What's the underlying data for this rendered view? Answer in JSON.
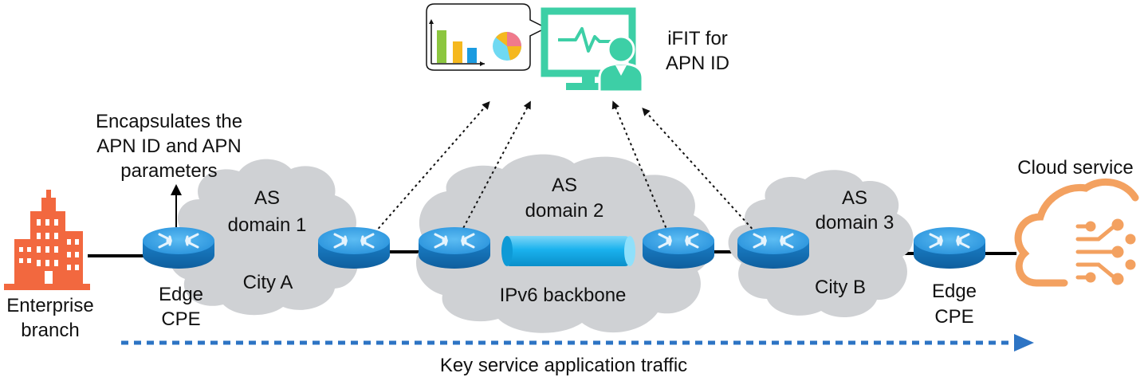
{
  "monitor": {
    "label_line1": "iFIT for",
    "label_line2": "APN ID"
  },
  "annotation": {
    "line1": "Encapsulates the",
    "line2": "APN ID and APN",
    "line3": "parameters"
  },
  "domains": [
    {
      "name_line1": "AS",
      "name_line2": "domain 1",
      "sub": "City A"
    },
    {
      "name_line1": "AS",
      "name_line2": "domain 2",
      "sub": "IPv6 backbone"
    },
    {
      "name_line1": "AS",
      "name_line2": "domain 3",
      "sub": "City B"
    }
  ],
  "endpoints": {
    "enterprise_line1": "Enterprise",
    "enterprise_line2": "branch",
    "cloud": "Cloud service"
  },
  "cpe": {
    "left_line1": "Edge",
    "left_line2": "CPE",
    "right_line1": "Edge",
    "right_line2": "CPE"
  },
  "traffic_label": "Key service application traffic",
  "colors": {
    "cloud_gray": "#cfd1d4",
    "router_blue": "#1d86d2",
    "router_top": "#41a9ec",
    "tunnel_blue": "#1ab2ee",
    "monitor_green": "#3dcfa6",
    "building_orange": "#f2683f",
    "cloud_service_orange": "#f3a160",
    "traffic_arrow": "#2d74c4"
  },
  "icons": {
    "building": "building-icon",
    "cloud_service": "cloud-service-icon",
    "monitor": "monitor-icon",
    "router": "router-icon",
    "tunnel": "tunnel-icon"
  }
}
